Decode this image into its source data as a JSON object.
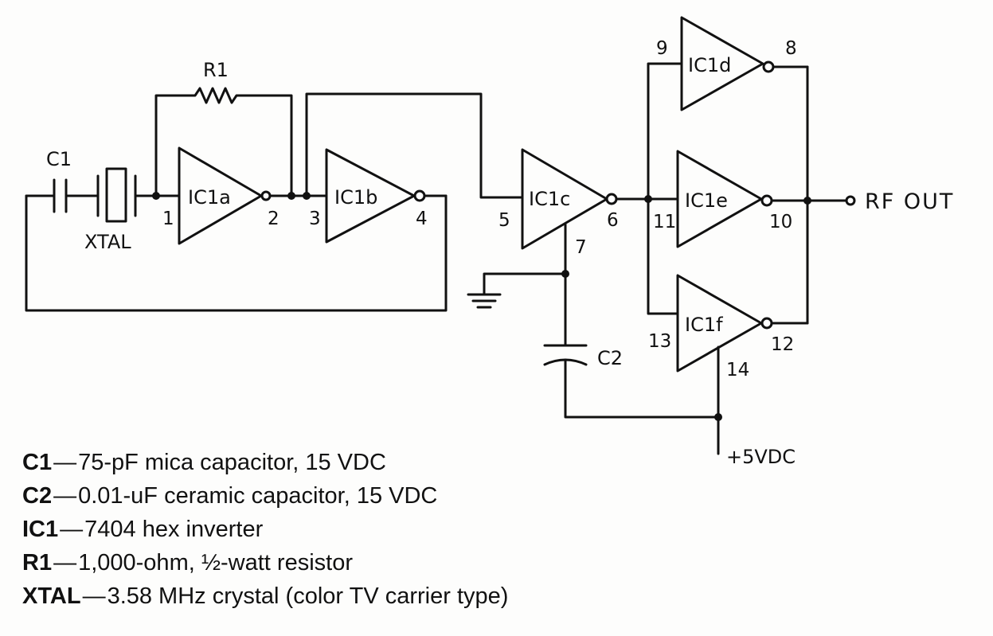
{
  "schematic": {
    "labels": {
      "c1": "C1",
      "r1": "R1",
      "xtal": "XTAL",
      "c2": "C2",
      "rf_out": "RF OUT",
      "supply": "+5VDC"
    },
    "inverters": [
      {
        "id": "a",
        "label": "IC1a",
        "pin_in": "1",
        "pin_out": "2"
      },
      {
        "id": "b",
        "label": "IC1b",
        "pin_in": "3",
        "pin_out": "4"
      },
      {
        "id": "c",
        "label": "IC1c",
        "pin_in": "5",
        "pin_out": "6",
        "pin_gnd": "7"
      },
      {
        "id": "d",
        "label": "IC1d",
        "pin_in": "9",
        "pin_out": "8"
      },
      {
        "id": "e",
        "label": "IC1e",
        "pin_in": "11",
        "pin_out": "10"
      },
      {
        "id": "f",
        "label": "IC1f",
        "pin_in": "13",
        "pin_out": "12",
        "pin_vcc": "14"
      }
    ]
  },
  "parts_list": [
    {
      "ref": "C1",
      "dash": "—",
      "desc": "75-pF mica capacitor, 15 VDC"
    },
    {
      "ref": "C2",
      "dash": "—",
      "desc": "0.01-uF ceramic capacitor, 15 VDC"
    },
    {
      "ref": "IC1",
      "dash": "—",
      "desc": "7404 hex inverter"
    },
    {
      "ref": "R1",
      "dash": "—",
      "desc": "1,000-ohm, ½-watt resistor"
    },
    {
      "ref": "XTAL",
      "dash": "—",
      "desc": "3.58 MHz crystal (color TV carrier type)"
    }
  ]
}
